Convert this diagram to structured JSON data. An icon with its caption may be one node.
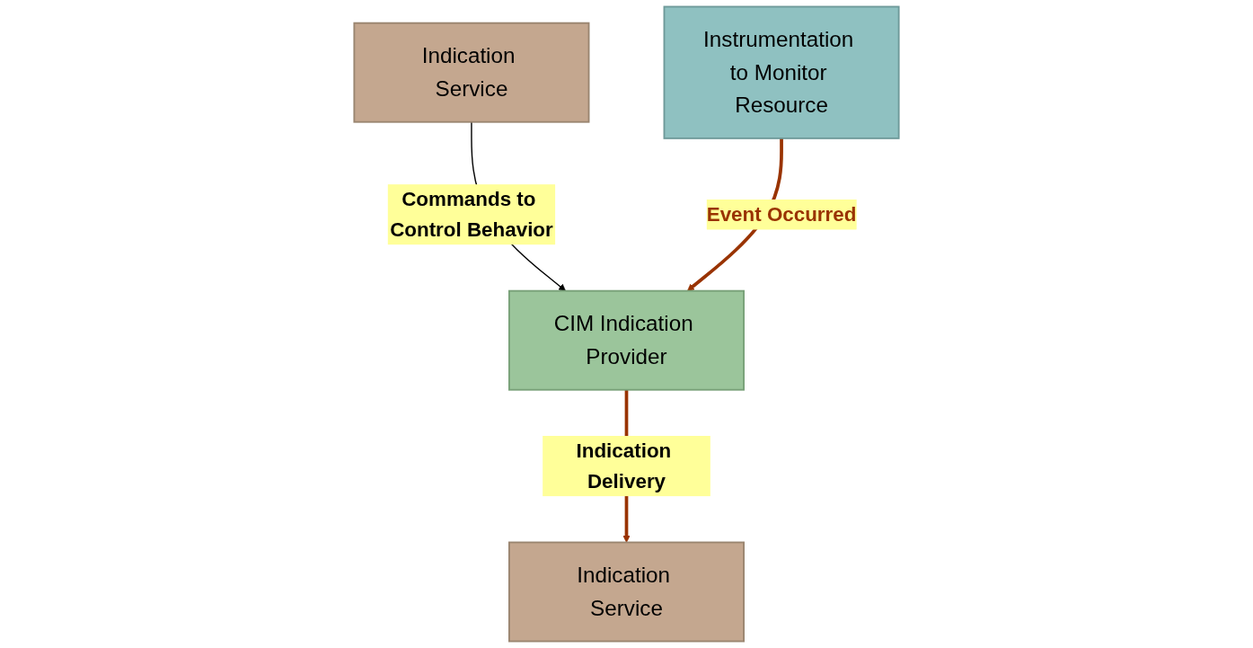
{
  "diagram": {
    "nodes": [
      {
        "text": [
          "Indication Service"
        ]
      },
      {
        "text": [
          "CIM Indication Provider"
        ]
      },
      {
        "text": [
          "Instrumentation to Monitor Resource"
        ]
      },
      {
        "text": [
          "Indication Service"
        ]
      }
    ],
    "edges": [
      {
        "from": 0,
        "to": 1,
        "arrow": "to",
        "label": "Commands to Control Behavior",
        "color": "#000000"
      },
      {
        "from": 2,
        "to": 1,
        "arrow": "to",
        "label": "Event Occurred"
      },
      {
        "from": 1,
        "to": 3,
        "arrow": "to",
        "label": "Indication Delivery"
      }
    ]
  }
}
